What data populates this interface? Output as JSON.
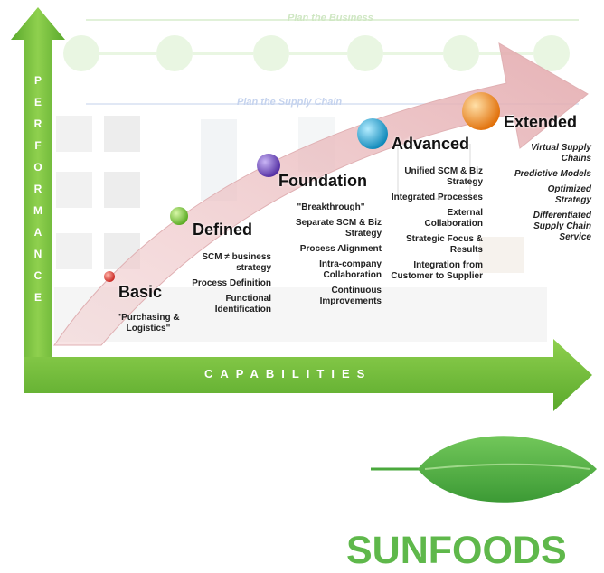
{
  "background": {
    "top_label": "Plan the Business",
    "mid_label": "Plan the Supply Chain"
  },
  "axes": {
    "vertical_label": "PERFORMANCE",
    "vertical_letters": [
      "P",
      "E",
      "R",
      "F",
      "O",
      "R",
      "M",
      "A",
      "N",
      "C",
      "E"
    ],
    "horizontal_label": "CAPABILITIES"
  },
  "stages": [
    {
      "label": "Basic",
      "sphere_color": "#d9302b",
      "points": [
        "\"Purchasing & Logistics\""
      ]
    },
    {
      "label": "Defined",
      "sphere_color": "#6cbf2c",
      "points": [
        "SCM ≠ business strategy",
        "Process Definition",
        "Functional Identification"
      ]
    },
    {
      "label": "Foundation",
      "sphere_color": "#6a3fbf",
      "points": [
        "\"Breakthrough\"",
        "Separate SCM & Biz Strategy",
        "Process Alignment",
        "Intra-company Collaboration",
        "Continuous Improvements"
      ]
    },
    {
      "label": "Advanced",
      "sphere_color": "#1a9fd0",
      "points": [
        "Unified SCM & Biz Strategy",
        "Integrated Processes",
        "External Collaboration",
        "Strategic Focus & Results",
        "Integration from Customer to Supplier"
      ]
    },
    {
      "label": "Extended",
      "sphere_color": "#f08a12",
      "points": [
        "Virtual Supply Chains",
        "Predictive Models",
        "Optimized Strategy",
        "Differentiated Supply Chain Service"
      ]
    }
  ],
  "brand": {
    "name": "SUNFOODS",
    "color": "#5fb84b"
  },
  "colors": {
    "axis_green": "#7cc242",
    "axis_green_dark": "#4e9a26",
    "arrow_fill": "#e8b9bc"
  }
}
